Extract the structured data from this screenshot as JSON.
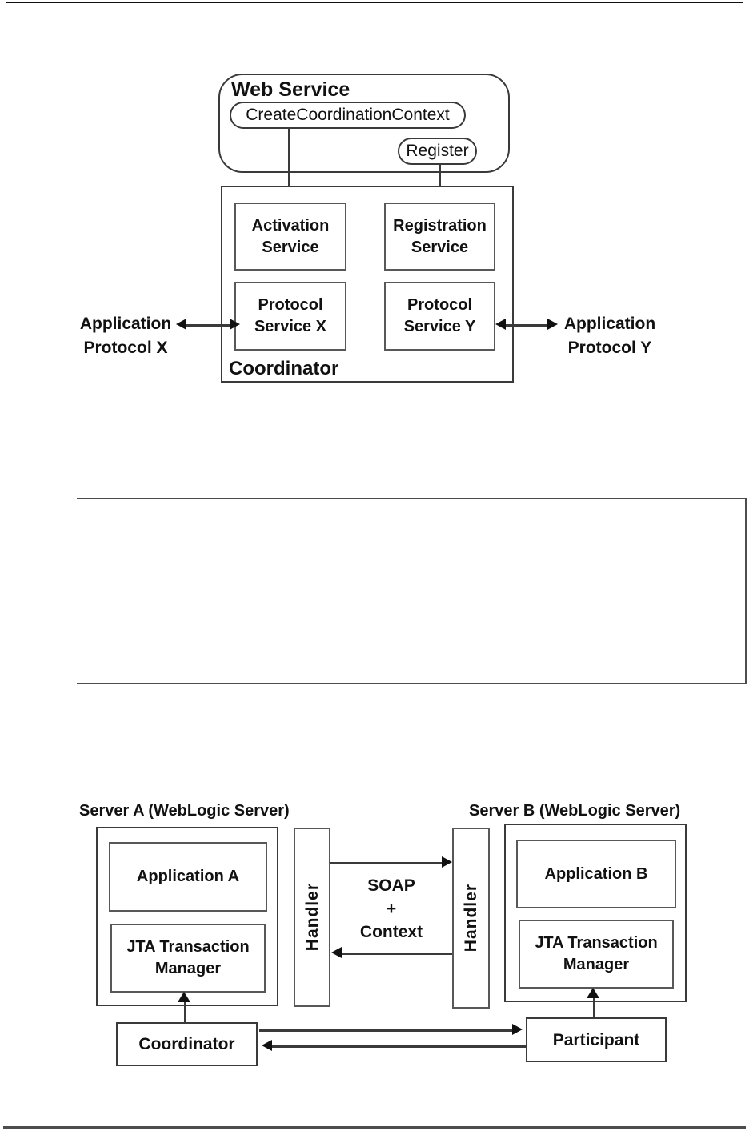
{
  "colors": {
    "background": "#ffffff",
    "outer_border": "#3a3a3a",
    "inner_border": "#58585a",
    "line": "#3a3a3a",
    "arrowhead": "#111111",
    "text": "#111111",
    "top_rule": "#111111",
    "bottom_rule": "#4d4d4d"
  },
  "top_diagram": {
    "web_service_label": "Web Service",
    "create_pill": "CreateCoordinationContext",
    "register_pill": "Register",
    "activation_service": "Activation Service",
    "registration_service": "Registration Service",
    "protocol_service_x": "Protocol Service X",
    "protocol_service_y": "Protocol Service Y",
    "coordinator_label": "Coordinator",
    "app_protocol_x": {
      "line1": "Application",
      "line2": "Protocol X"
    },
    "app_protocol_y": {
      "line1": "Application",
      "line2": "Protocol Y"
    }
  },
  "bottom_diagram": {
    "server_a_title": "Server A (WebLogic Server)",
    "server_b_title": "Server B (WebLogic Server)",
    "application_a": "Application A",
    "application_b": "Application B",
    "jta_transaction_manager": "JTA Transaction Manager",
    "handler": "Handler",
    "soap_label": {
      "line1": "SOAP",
      "line2": "+",
      "line3": "Context"
    },
    "coordinator": "Coordinator",
    "participant": "Participant"
  }
}
